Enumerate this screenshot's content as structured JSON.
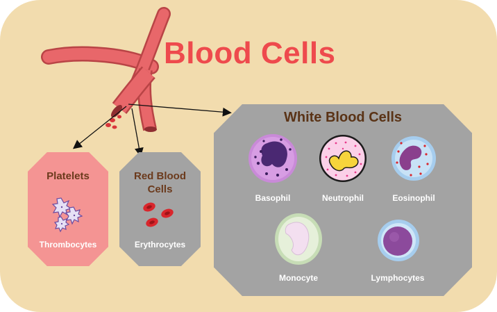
{
  "title": "Blood Cells",
  "platelets": {
    "heading": "Platelets",
    "subtitle": "Thrombocytes"
  },
  "red_blood_cells": {
    "heading_line1": "Red Blood",
    "heading_line2": "Cells",
    "subtitle": "Erythrocytes"
  },
  "white_blood_cells": {
    "heading": "White Blood Cells",
    "cells": [
      {
        "label": "Basophil",
        "icon": "basophil-icon"
      },
      {
        "label": "Neutrophil",
        "icon": "neutrophil-icon"
      },
      {
        "label": "Eosinophil",
        "icon": "eosinophil-icon"
      },
      {
        "label": "Monocyte",
        "icon": "monocyte-icon"
      },
      {
        "label": "Lymphocytes",
        "icon": "lymphocyte-icon"
      }
    ]
  },
  "colors": {
    "background": "#f2dcae",
    "title": "#ee4a4d",
    "vessel": "#e8676a",
    "platelets_box": "#f49493",
    "grey_box": "#a3a3a3",
    "heading_text": "#6b3a1c"
  }
}
